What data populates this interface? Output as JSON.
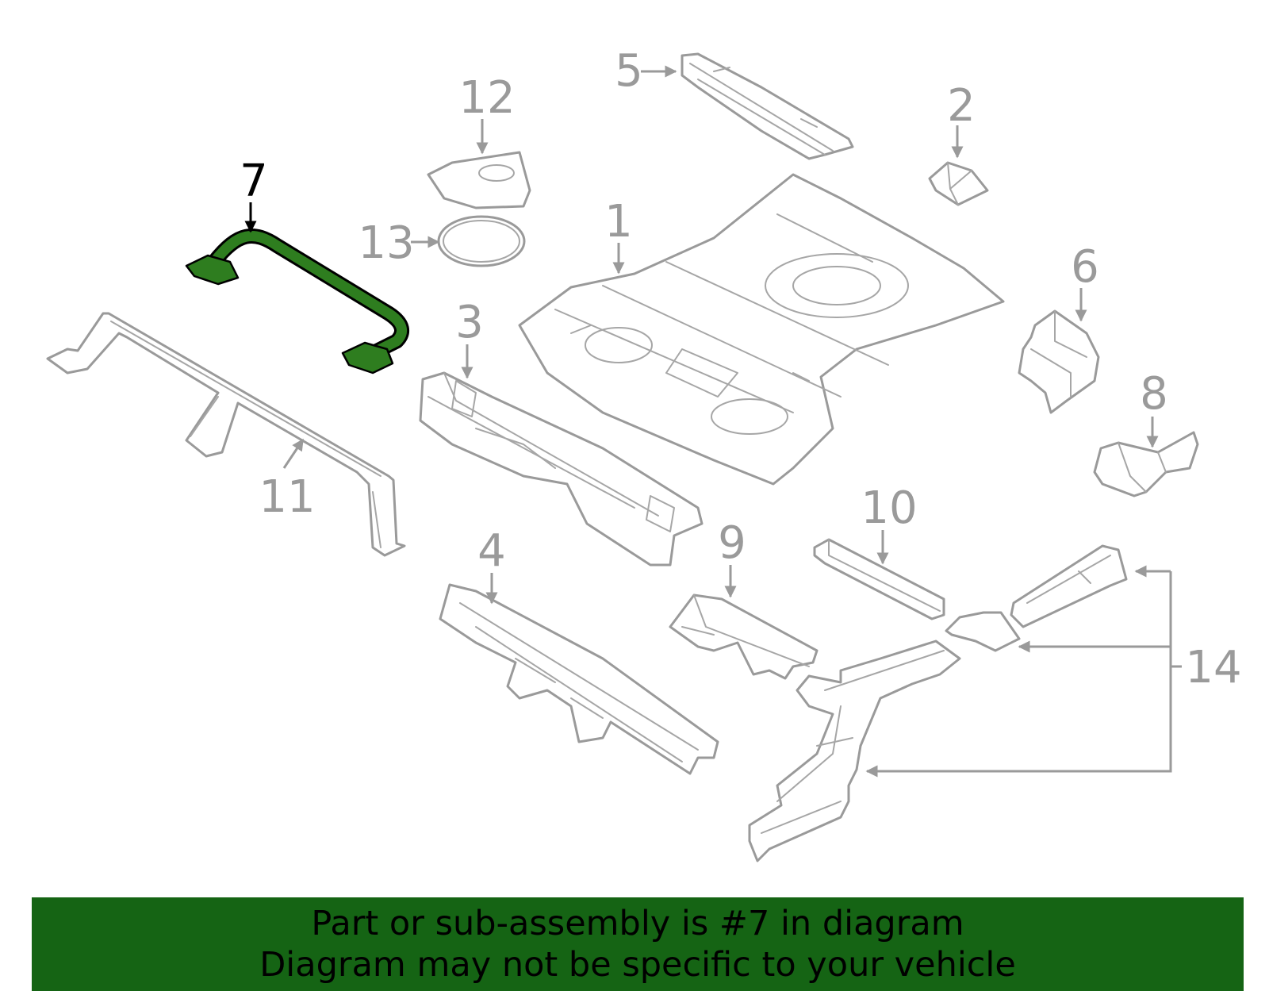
{
  "callouts": {
    "c1": "1",
    "c2": "2",
    "c3": "3",
    "c4": "4",
    "c5": "5",
    "c6": "6",
    "c7": "7",
    "c8": "8",
    "c9": "9",
    "c10": "10",
    "c11": "11",
    "c12": "12",
    "c13": "13",
    "c14": "14"
  },
  "highlight": {
    "part": "7",
    "color": "#2e7d1f",
    "text_color": "#000000"
  },
  "banner": {
    "line1": "Part or sub-assembly is #7 in diagram",
    "line2": "Diagram may not be specific to your vehicle",
    "background": "#156414"
  }
}
